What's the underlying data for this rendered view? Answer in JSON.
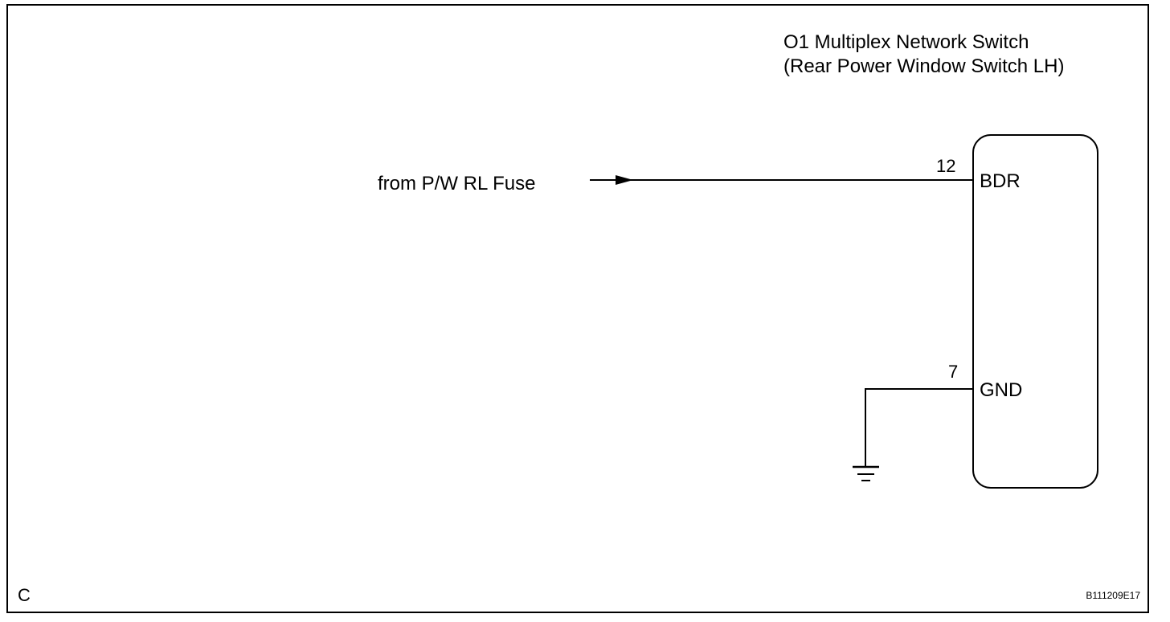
{
  "component": {
    "title_line1": "O1 Multiplex Network Switch",
    "title_line2": "(Rear Power Window Switch LH)"
  },
  "wires": {
    "source_label": "from P/W RL Fuse",
    "pin_bdr_number": "12",
    "pin_bdr_name": "BDR",
    "pin_gnd_number": "7",
    "pin_gnd_name": "GND"
  },
  "footer": {
    "corner_letter": "C",
    "figure_code": "B111209E17"
  },
  "colors": {
    "stroke": "#000000",
    "background": "#ffffff"
  }
}
